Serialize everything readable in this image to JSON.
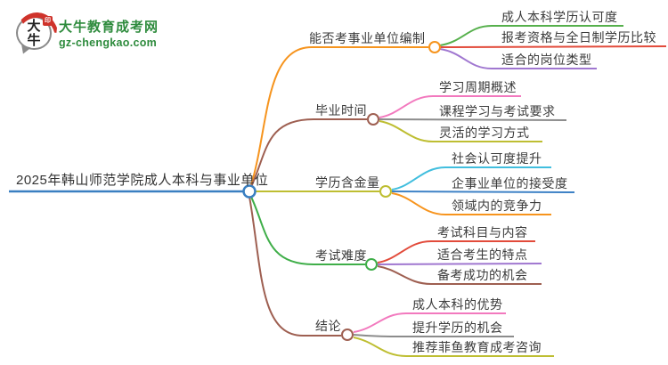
{
  "logo": {
    "bubble_text_top": "大",
    "bubble_text_bottom": "牛",
    "seal_text": "印",
    "site_name": "大牛教育成考网",
    "site_domain": "gz-chengkao.com",
    "brand_green": "#2e8b3d",
    "seal_red": "#cf332b"
  },
  "root": {
    "label": "2025年韩山师范学院成人本科与事业单位",
    "color": "#3a7fc1"
  },
  "branches": [
    {
      "label": "能否考事业单位编制",
      "color": "#F6941E",
      "children": [
        {
          "label": "成人本科学历认可度",
          "color": "#56B04C"
        },
        {
          "label": "报考资格与全日制学历比较",
          "color": "#E24B3B"
        },
        {
          "label": "适合的岗位类型",
          "color": "#A077D0"
        }
      ]
    },
    {
      "label": "毕业时间",
      "color": "#9E5F51",
      "children": [
        {
          "label": "学习周期概述",
          "color": "#F279BE"
        },
        {
          "label": "课程学习与考试要求",
          "color": "#8C8C8C"
        },
        {
          "label": "灵活的学习方式",
          "color": "#BEBE32"
        }
      ]
    },
    {
      "label": "学历含金量",
      "color": "#BEBE32",
      "children": [
        {
          "label": "社会认可度提升",
          "color": "#41BEDE"
        },
        {
          "label": "企事业单位的接受度",
          "color": "#3E82C6"
        },
        {
          "label": "领域内的竞争力",
          "color": "#F7941D"
        }
      ]
    },
    {
      "label": "考试难度",
      "color": "#3FAE49",
      "children": [
        {
          "label": "考试科目与内容",
          "color": "#E24B3B"
        },
        {
          "label": "适合考生的特点",
          "color": "#A077D0"
        },
        {
          "label": "备考成功的机会",
          "color": "#9E5F51"
        }
      ]
    },
    {
      "label": "结论",
      "color": "#9E5F51",
      "children": [
        {
          "label": "成人本科的优势",
          "color": "#F279BE"
        },
        {
          "label": "提升学历的机会",
          "color": "#8C8C8C"
        },
        {
          "label": "推荐菲鱼教育成考咨询",
          "color": "#BEBE32"
        }
      ]
    }
  ]
}
